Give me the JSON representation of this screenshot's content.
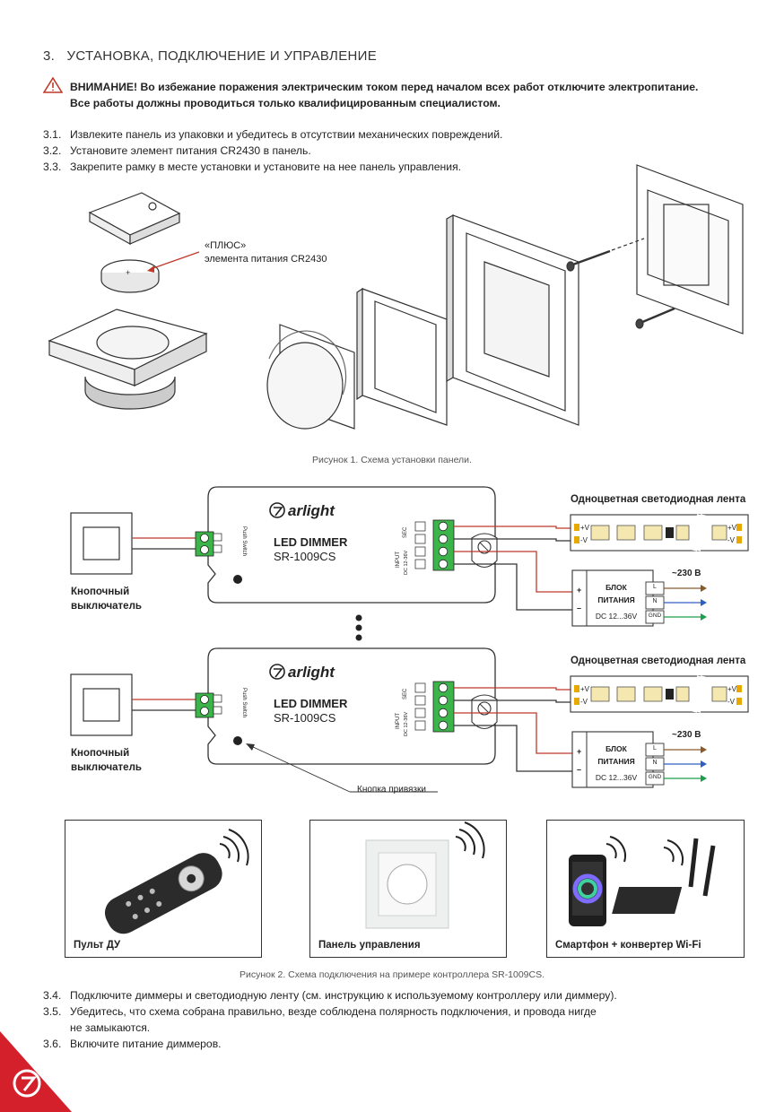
{
  "section": {
    "number": "3.",
    "title": "УСТАНОВКА, ПОДКЛЮЧЕНИЕ И УПРАВЛЕНИЕ"
  },
  "warning": {
    "line1": "ВНИМАНИЕ! Во избежание поражения электрическим током перед началом всех работ отключите электропитание.",
    "line2": "Все работы должны проводиться только квалифицированным специалистом."
  },
  "steps_top": [
    {
      "num": "3.1.",
      "text": "Извлеките панель из упаковки и убедитесь в отсутствии механических повреждений."
    },
    {
      "num": "3.2.",
      "text": "Установите элемент питания CR2430 в панель."
    },
    {
      "num": "3.3.",
      "text": "Закрепите рамку в месте установки и установите на нее панель управления."
    }
  ],
  "figure1": {
    "battery_label_1": "«ПЛЮС»",
    "battery_label_2": "элемента питания CR2430",
    "battery_mark": "+",
    "caption": "Рисунок 1. Схема установки панели."
  },
  "wiring": {
    "brand": "arlight",
    "device_title": "LED DIMMER",
    "device_model": "SR-1009CS",
    "switch_label_1": "Кнопочный",
    "switch_label_2": "выключатель",
    "push_switch": "Push Switch",
    "sec": "SEC",
    "input": "INPUT",
    "input_spec": "DC 12-36V",
    "strip_title": "Одноцветная светодиодная лента",
    "strip_plus": "+V",
    "strip_minus": "-V",
    "psu_title_1": "БЛОК",
    "psu_title_2": "ПИТАНИЯ",
    "psu_spec": "DC 12...36V",
    "psu_plus": "+",
    "psu_minus": "–",
    "mains": "~230 В",
    "term_l": "L",
    "term_n": "N",
    "term_gnd": "GND",
    "bind_button": "Кнопка привязки"
  },
  "controls": [
    {
      "label": "Пульт ДУ",
      "icon": "remote-control-icon"
    },
    {
      "label": "Панель управления",
      "icon": "wall-panel-icon"
    },
    {
      "label": "Смартфон + конвертер Wi-Fi",
      "icon": "smartphone-wifi-converter-icon"
    }
  ],
  "figure2": {
    "caption": "Рисунок 2. Схема подключения на примере контроллера SR-1009CS."
  },
  "steps_bottom": [
    {
      "num": "3.4.",
      "text": "Подключите диммеры и светодиодную ленту (см. инструкцию к используемому контроллеру или диммеру)."
    },
    {
      "num": "3.5.",
      "text": "Убедитесь, что схема собрана правильно, везде соблюдена полярность подключения, и провода нигде",
      "text2": "не замыкаются."
    },
    {
      "num": "3.6.",
      "text": "Включите питание диммеров."
    }
  ],
  "colors": {
    "wire_red": "#c0392b",
    "wire_blue": "#2e5fbf",
    "wire_green": "#1e9e4a",
    "wire_brown": "#8a5a2b",
    "terminal_green": "#3bb54a",
    "brand_red": "#d4202a"
  }
}
